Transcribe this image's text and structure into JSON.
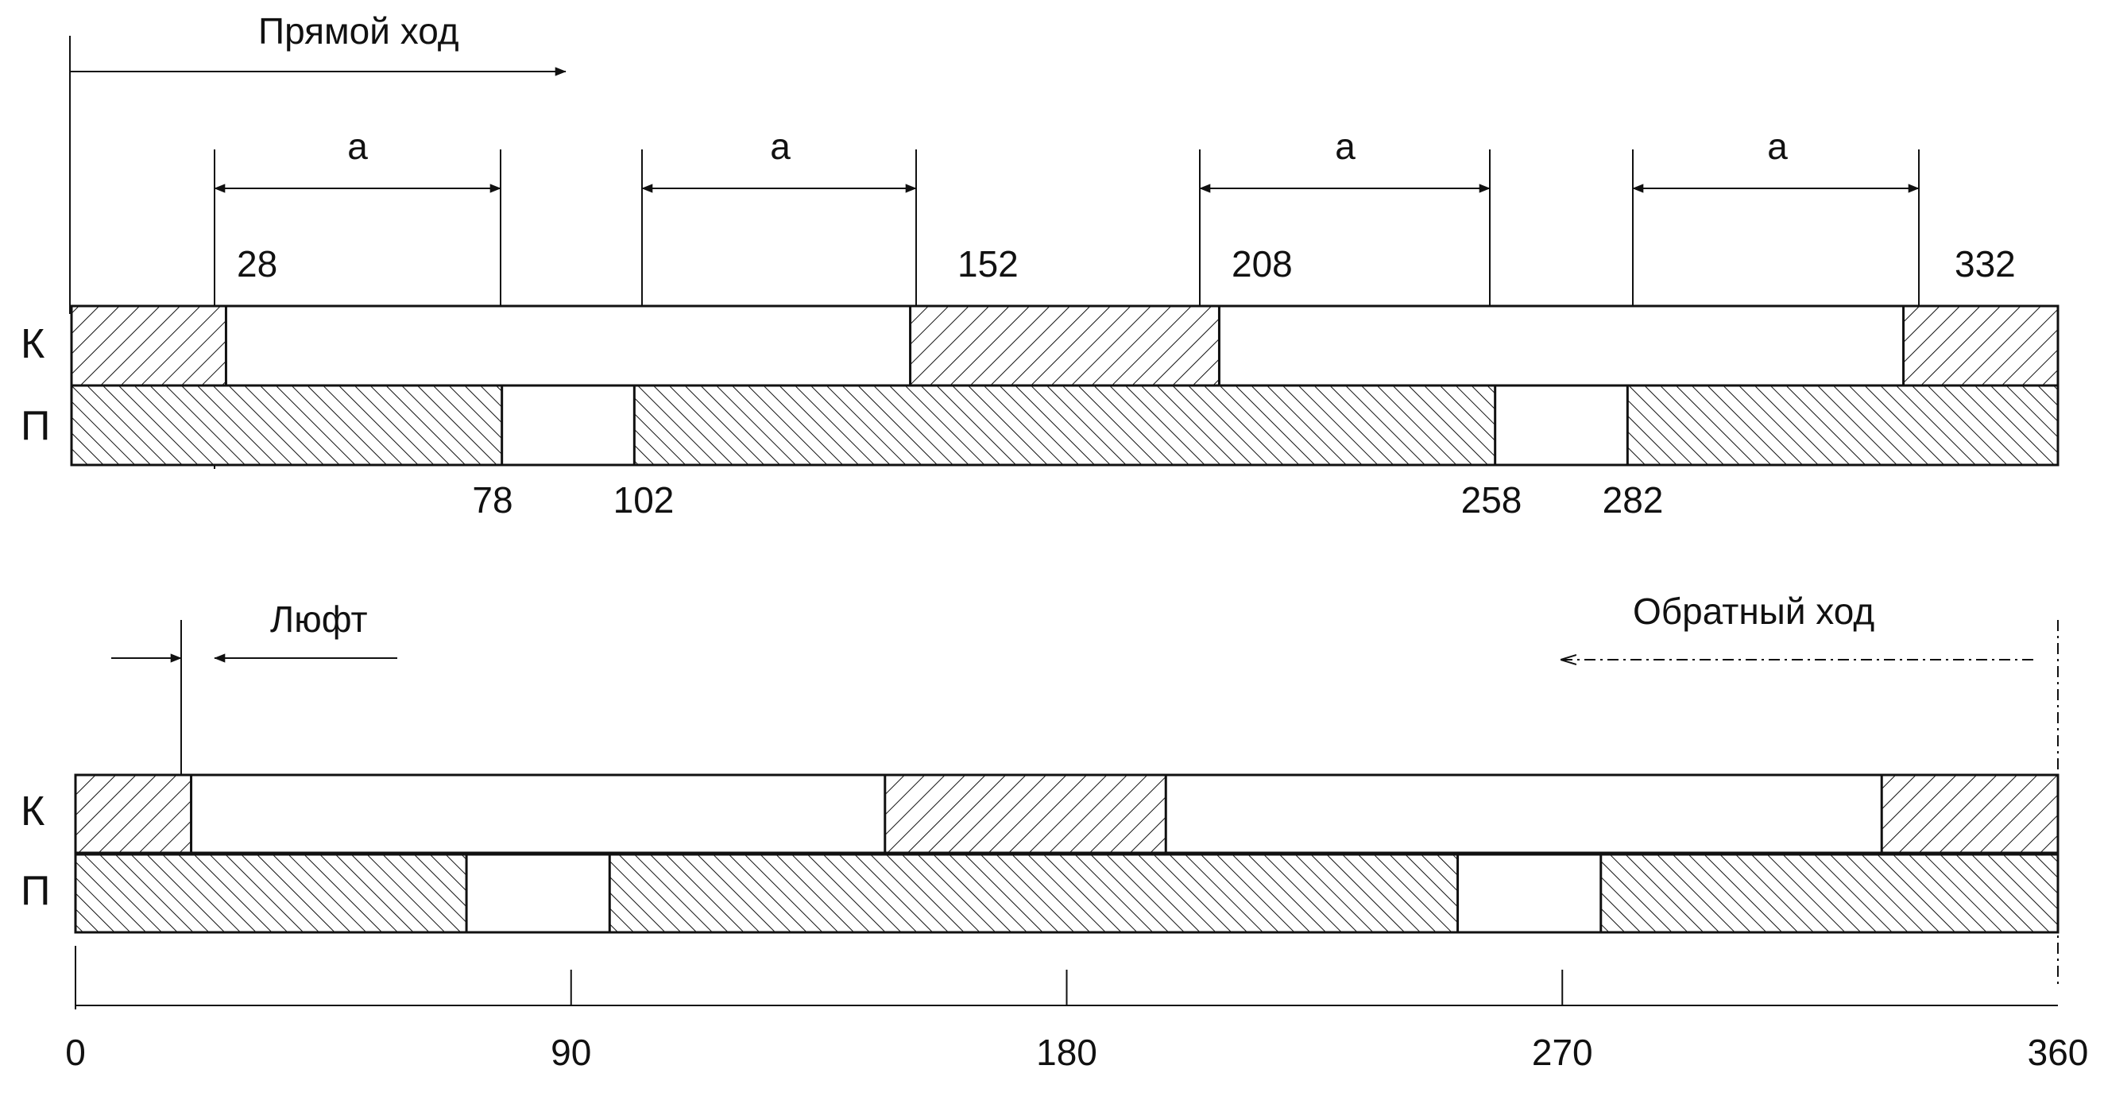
{
  "forward": {
    "label": "Прямой ход",
    "a_label": "а",
    "K_hatched": [
      [
        0,
        28
      ],
      [
        152,
        208
      ],
      [
        332,
        360
      ]
    ],
    "P_hatched": [
      [
        0,
        78
      ],
      [
        102,
        258
      ],
      [
        282,
        360
      ]
    ],
    "top_values": [
      "28",
      "152",
      "208",
      "332"
    ],
    "bottom_values": [
      "78",
      "102",
      "258",
      "282"
    ]
  },
  "reverse": {
    "label": "Обратный ход",
    "K_hatched": [
      [
        0,
        21
      ],
      [
        147,
        198
      ],
      [
        328,
        360
      ]
    ],
    "P_hatched": [
      [
        0,
        71
      ],
      [
        97,
        251
      ],
      [
        277,
        360
      ]
    ]
  },
  "backlash_label": "Люфт",
  "row_labels": {
    "K": "К",
    "P": "П"
  },
  "axis": {
    "ticks": [
      "0",
      "90",
      "180",
      "270",
      "360"
    ]
  }
}
